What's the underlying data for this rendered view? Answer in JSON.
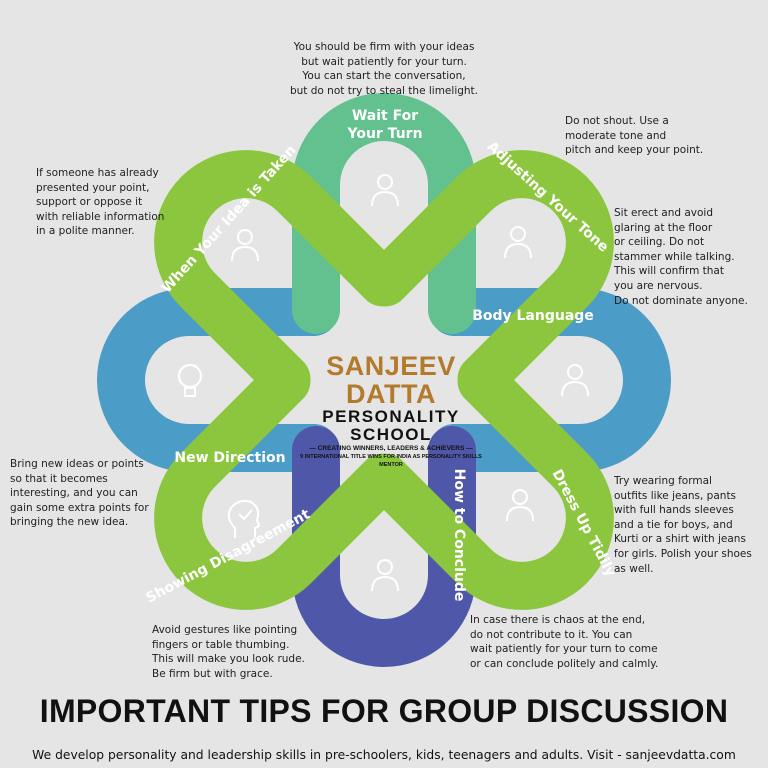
{
  "colors": {
    "background": "#e5e5e6",
    "green": "#8cc63e",
    "teal": "#63c08f",
    "blue": "#4b9cc6",
    "purple": "#4f57a8",
    "brand_gold": "#b37a2c"
  },
  "logo": {
    "line1": "SANJEEV DATTA",
    "line2": "PERSONALITY SCHOOL",
    "line3": "— CREATING WINNERS, LEADERS & ACHIEVERS —",
    "line4": "9 INTERNATIONAL TITLE WINS FOR INDIA AS PERSONALITY SKILLS MENTOR"
  },
  "petals": [
    {
      "label": "Wait For Your Turn",
      "label_lines": [
        "Wait For",
        "Your Turn"
      ],
      "icon": "conversation-icon",
      "color": "teal"
    },
    {
      "label": "Adjusting Your Tone",
      "icon": "two-faces-icon",
      "color": "green"
    },
    {
      "label": "Body Language",
      "icon": "person-network-icon",
      "color": "blue"
    },
    {
      "label": "Dress Up Tidily",
      "icon": "formal-dress-icon",
      "color": "green"
    },
    {
      "label": "How to Conclude",
      "icon": "direction-arrows-icon",
      "color": "purple"
    },
    {
      "label": "Showing Disagreement",
      "icon": "head-check-icon",
      "color": "green"
    },
    {
      "label": "New Direction",
      "icon": "lightbulb-icon",
      "color": "blue"
    },
    {
      "label": "When Your Idea is Taken",
      "icon": "ideas-person-icon",
      "color": "green"
    }
  ],
  "tips": {
    "wait": "You should be firm with your ideas\nbut wait patiently for your turn.\nYou can start the conversation,\nbut do not try to steal the limelight.",
    "tone": "Do not shout. Use a\nmoderate tone and\npitch and keep your point.",
    "idea": "If someone has already\npresented your point,\nsupport or oppose it\nwith reliable information\nin a polite manner.",
    "body": "Sit erect and avoid\nglaring at the floor\nor ceiling. Do not\nstammer while talking.\nThis will confirm that\nyou are nervous.\nDo not dominate anyone.",
    "direction": "Bring new ideas or points\nso that it becomes\ninteresting, and you can\ngain some extra points for\nbringing the new idea.",
    "dress": "Try wearing formal\noutfits like jeans, pants\nwith full hands sleeves\nand a tie for boys, and\nKurti or a shirt with jeans\nfor girls. Polish your shoes\nas well.",
    "disagree": "Avoid gestures like pointing\nfingers or table thumbing.\nThis will make you look rude.\nBe firm but with grace.",
    "conclude": "In case there is chaos at the end,\ndo not contribute to it. You can\nwait patiently for your turn to come\nor can conclude politely and calmly."
  },
  "title": "IMPORTANT TIPS FOR GROUP DISCUSSION",
  "footer": "We develop personality and leadership skills in pre-schoolers, kids, teenagers and adults. Visit - sanjeevdatta.com"
}
